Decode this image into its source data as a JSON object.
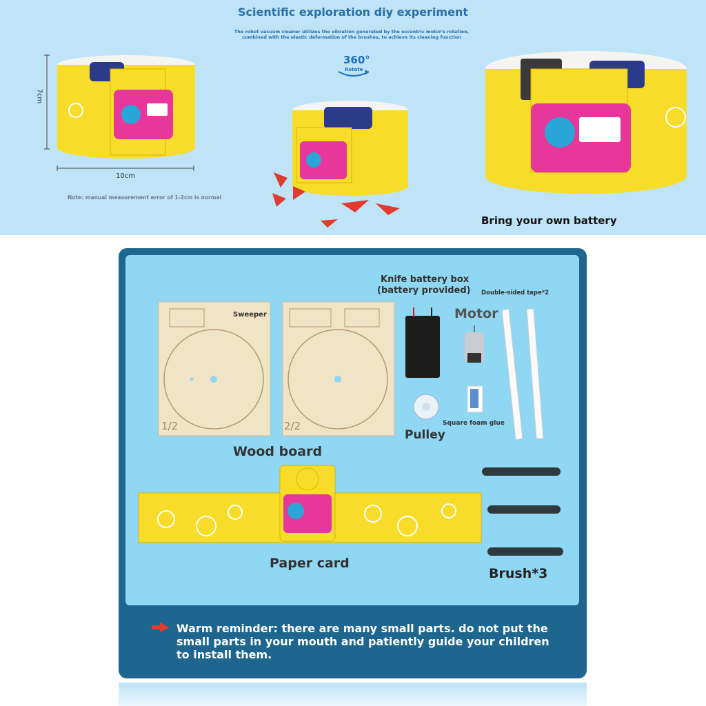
{
  "header": {
    "title": "Scientific exploration diy experiment",
    "subtitle_line1": "The robot vacuum cleaner utilizes the vibration generated by the eccentric motor's rotation,",
    "subtitle_line2": "combined with the elastic deformation of the brushes, to achieve its cleaning function"
  },
  "dimensions": {
    "height": "7cm",
    "width": "10cm",
    "note": "Note: manual measurement error of 1-2cm is normal"
  },
  "rotate": {
    "degrees": "360°",
    "label": "Rotate"
  },
  "battery_caption": "Bring your own battery",
  "parts": {
    "battery_box_line1": "Knife battery box",
    "battery_box_line2": "(battery provided)",
    "double_sided_tape": "Double-sided tape*2",
    "sweeper": "Sweeper",
    "board1_mark": "1/2",
    "board2_mark": "2/2",
    "motor": "Motor",
    "foam_glue": "Square foam glue",
    "pulley": "Pulley",
    "wood_board": "Wood board",
    "paper_card": "Paper card",
    "brush": "Brush*3"
  },
  "reminder": "Warm reminder: there are many small parts. do not put the small parts in your mouth and patiently guide your children to install them.",
  "colors": {
    "top_bg": "#bfe3f7",
    "panel_border": "#1e6690",
    "panel_bg": "#8fd7f3",
    "robot_yellow": "#f7dd2a",
    "robot_pink": "#e8379a",
    "arrow_red": "#e23a2f"
  }
}
